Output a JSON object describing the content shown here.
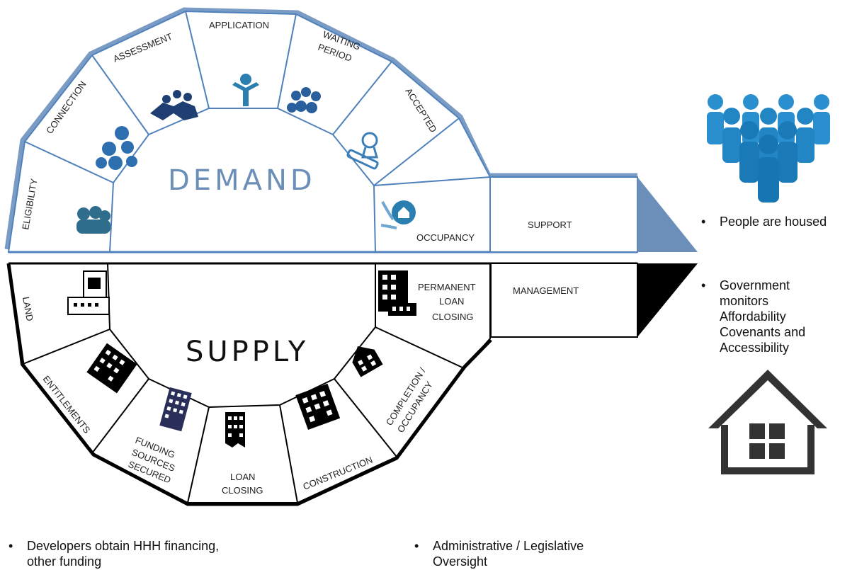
{
  "demand": {
    "title": "DEMAND",
    "stages": {
      "eligibility": "ELIGIBILITY",
      "connection": "CONNECTION",
      "assessment": "ASSESSMENT",
      "application": "APPLICATION",
      "waiting_line1": "WAITING",
      "waiting_line2": "PERIOD",
      "accepted": "ACCEPTED",
      "occupancy": "OCCUPANCY"
    },
    "support": "SUPPORT"
  },
  "supply": {
    "title": "SUPPLY",
    "stages": {
      "land": "LAND",
      "entitlements": "ENTITLEMENTS",
      "funding_line1": "FUNDING",
      "funding_line2": "SOURCES",
      "funding_line3": "SECURED",
      "loan_closing_line1": "LOAN",
      "loan_closing_line2": "CLOSING",
      "construction": "CONSTRUCTION",
      "completion_line1": "COMPLETION /",
      "completion_line2": "OCCUPANCY",
      "permanent_line1": "PERMANENT",
      "permanent_line2": "LOAN",
      "permanent_line3": "CLOSING"
    },
    "management": "MANAGEMENT"
  },
  "outcomes": {
    "people_housed": "People are housed",
    "government": "Government monitors Affordability Covenants and Accessibility",
    "developers": "Developers obtain HHH financing, other funding",
    "oversight": "Administrative / Legislative Oversight"
  },
  "colors": {
    "demand_outline": "#4f81bd",
    "demand_band": "#7a9cc4",
    "demand_arrow": "#6c8fba",
    "people_blue": "#2a8fce",
    "icon_teal": "#3a7d8c",
    "icon_navy": "#1f3f73",
    "supply_outline": "#000000"
  },
  "icons": [
    "people-group-icon",
    "person-icon",
    "crowd-icon",
    "stamp-icon",
    "house-hands-icon",
    "building-icon",
    "house-icon"
  ]
}
